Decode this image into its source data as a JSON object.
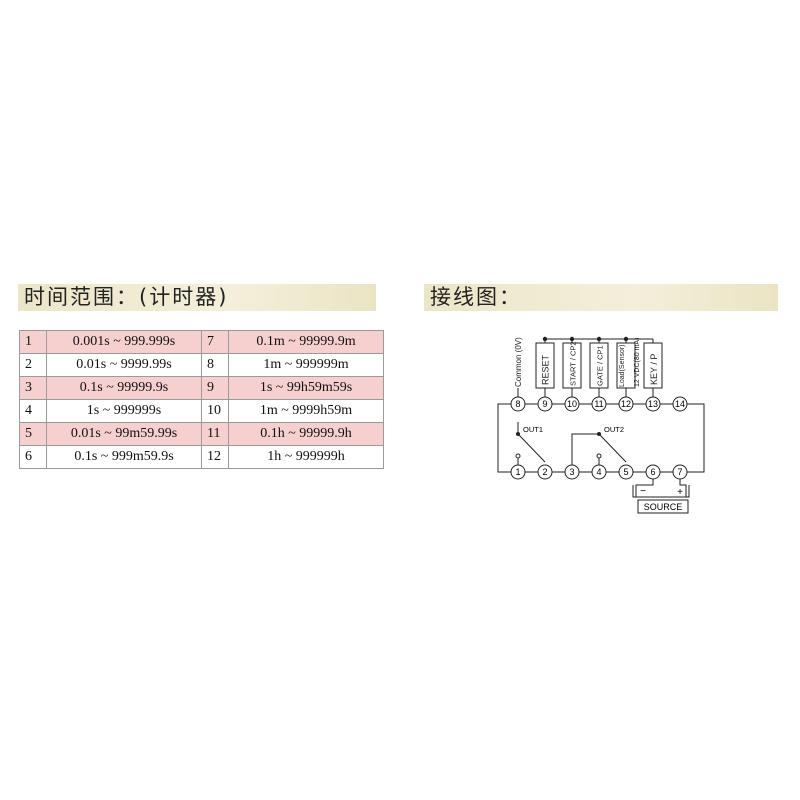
{
  "left_section": {
    "title": "时间范围：(计时器)"
  },
  "right_section": {
    "title": "接线图："
  },
  "range_table": {
    "rows": [
      {
        "left_num": "1",
        "left_range": "0.001s ~ 999.999s",
        "right_num": "7",
        "right_range": "0.1m ~ 99999.9m",
        "highlight": true
      },
      {
        "left_num": "2",
        "left_range": "0.01s ~ 9999.99s",
        "right_num": "8",
        "right_range": "1m ~ 999999m",
        "highlight": false
      },
      {
        "left_num": "3",
        "left_range": "0.1s ~ 99999.9s",
        "right_num": "9",
        "right_range": "1s ~ 99h59m59s",
        "highlight": true
      },
      {
        "left_num": "4",
        "left_range": "1s ~ 999999s",
        "right_num": "10",
        "right_range": "1m ~ 9999h59m",
        "highlight": false
      },
      {
        "left_num": "5",
        "left_range": "0.01s ~ 99m59.99s",
        "right_num": "11",
        "right_range": "0.1h ~ 99999.9h",
        "highlight": true
      },
      {
        "left_num": "6",
        "left_range": "0.1s ~ 999m59.9s",
        "right_num": "12",
        "right_range": "1h ~ 999999h",
        "highlight": false
      }
    ],
    "highlight_color": "#f6cfcf"
  },
  "wiring": {
    "top_labels": [
      "Common (0V)",
      "RESET",
      "START / CP2",
      "GATE / CP1",
      "Load(Sensor)",
      "12 VDC(80 mA)",
      "KEY / P"
    ],
    "top_terminals": [
      "8",
      "9",
      "10",
      "11",
      "12",
      "13",
      "14"
    ],
    "bottom_terminals": [
      "1",
      "2",
      "3",
      "4",
      "5",
      "6",
      "7"
    ],
    "out1_label": "OUT1",
    "out2_label": "OUT2",
    "source_label": "SOURCE",
    "minus_label": "−",
    "plus_label": "+"
  }
}
